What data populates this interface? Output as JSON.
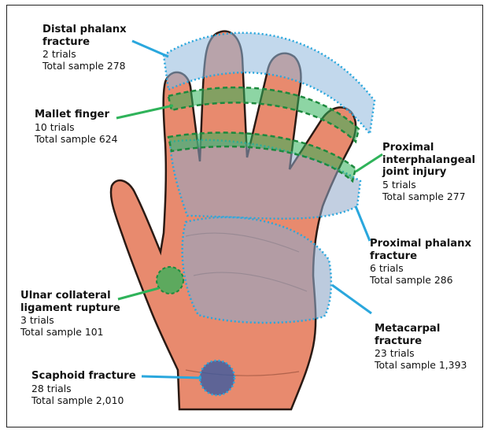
{
  "colors": {
    "blue": "#2aa7dd",
    "green": "#2fb35a",
    "skin": "#e88a6e",
    "overlay": "#8fa8c8"
  },
  "labels": {
    "distal": {
      "title_1": "Distal phalanx",
      "title_2": "fracture",
      "trials": "2 trials",
      "sample": "Total sample 278"
    },
    "mallet": {
      "title_1": "Mallet finger",
      "trials": "10 trials",
      "sample": "Total sample 624"
    },
    "pip": {
      "title_1": "Proximal",
      "title_2": "interphalangeal",
      "title_3": "joint injury",
      "trials": "5 trials",
      "sample": "Total sample 277"
    },
    "proximal_phalanx": {
      "title_1": "Proximal phalanx",
      "title_2": "fracture",
      "trials": "6 trials",
      "sample": "Total sample 286"
    },
    "ulnar": {
      "title_1": "Ulnar collateral",
      "title_2": "ligament rupture",
      "trials": "3 trials",
      "sample": "Total sample 101"
    },
    "metacarpal": {
      "title_1": "Metacarpal",
      "title_2": "fracture",
      "trials": "23 trials",
      "sample": "Total sample 1,393"
    },
    "scaphoid": {
      "title_1": "Scaphoid fracture",
      "trials": "28 trials",
      "sample": "Total sample 2,010"
    }
  }
}
